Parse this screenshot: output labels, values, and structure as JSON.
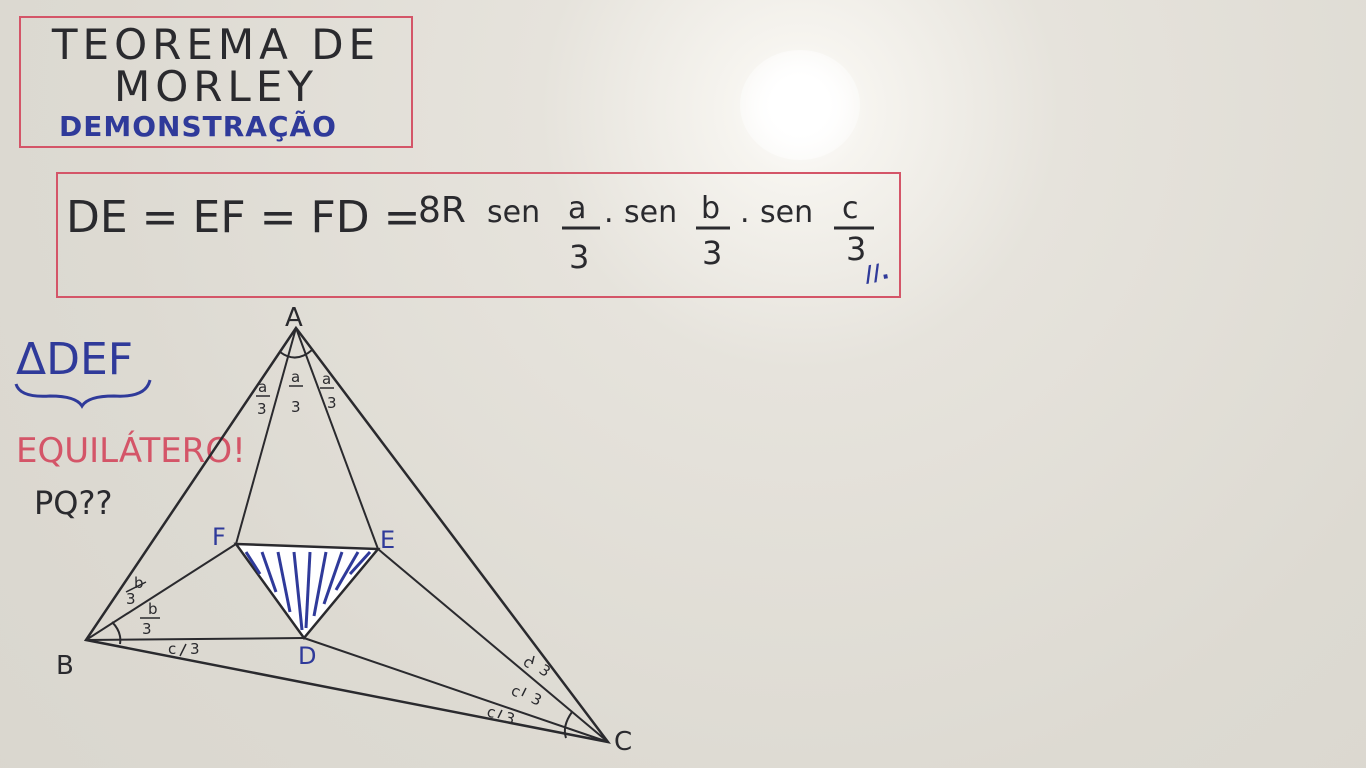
{
  "title": {
    "line1": "TEOREMA DE",
    "line2": "MORLEY",
    "subtitle": "DEMONSTRAÇÃO"
  },
  "formula": {
    "lhs": "DE = EF = FD =",
    "coef": "8R",
    "sen": "sen",
    "dot": ".",
    "num_a": "a",
    "num_b": "b",
    "num_c": "c",
    "den": "3",
    "end_mark": "//."
  },
  "notes": {
    "triangle": "ΔDEF",
    "claim": "EQUILÁTERO!",
    "question": "PQ??"
  },
  "diagram": {
    "vertex_labels": {
      "A": "A",
      "B": "B",
      "C": "C",
      "D": "D",
      "E": "E",
      "F": "F"
    },
    "angle_labels": {
      "a_num": "a",
      "b_num": "b",
      "c_num": "c",
      "den": "3"
    },
    "colors": {
      "ink": "#2a2a2e",
      "blue": "#2f3a9a",
      "red": "#d45568",
      "hatch": "#2f3a9a"
    }
  }
}
